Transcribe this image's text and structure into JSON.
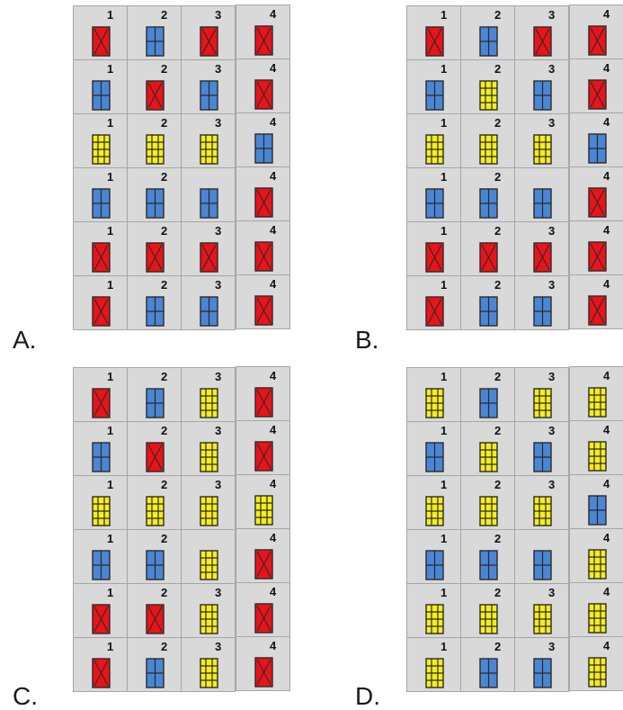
{
  "colors": {
    "red": "#e8141a",
    "blue": "#4a86d4",
    "yellow": "#f5ed1c",
    "outline": "#2a2a2a",
    "cell": "#d9d9d9"
  },
  "panels": [
    {
      "label": "A.",
      "grid": [
        [
          {
            "n": "1",
            "c": "red"
          },
          {
            "n": "2",
            "c": "blue"
          },
          {
            "n": "3",
            "c": "red"
          },
          {
            "n": "4",
            "c": "red"
          }
        ],
        [
          {
            "n": "1",
            "c": "blue"
          },
          {
            "n": "2",
            "c": "red"
          },
          {
            "n": "3",
            "c": "blue"
          },
          {
            "n": "4",
            "c": "red"
          }
        ],
        [
          {
            "n": "1",
            "c": "yellow"
          },
          {
            "n": "2",
            "c": "yellow"
          },
          {
            "n": "3",
            "c": "yellow"
          },
          {
            "n": "4",
            "c": "blue"
          }
        ],
        [
          {
            "n": "1",
            "c": "blue"
          },
          {
            "n": "2",
            "c": "blue"
          },
          {
            "n": "",
            "c": "blue"
          },
          {
            "n": "4",
            "c": "red"
          }
        ],
        [
          {
            "n": "1",
            "c": "red"
          },
          {
            "n": "2",
            "c": "red"
          },
          {
            "n": "3",
            "c": "red"
          },
          {
            "n": "4",
            "c": "red"
          }
        ],
        [
          {
            "n": "1",
            "c": "red"
          },
          {
            "n": "2",
            "c": "blue"
          },
          {
            "n": "3",
            "c": "blue"
          },
          {
            "n": "4",
            "c": "red"
          }
        ]
      ]
    },
    {
      "label": "B.",
      "grid": [
        [
          {
            "n": "1",
            "c": "red"
          },
          {
            "n": "2",
            "c": "blue"
          },
          {
            "n": "3",
            "c": "red"
          },
          {
            "n": "4",
            "c": "red"
          }
        ],
        [
          {
            "n": "1",
            "c": "blue"
          },
          {
            "n": "2",
            "c": "yellow"
          },
          {
            "n": "3",
            "c": "blue"
          },
          {
            "n": "4",
            "c": "red"
          }
        ],
        [
          {
            "n": "1",
            "c": "yellow"
          },
          {
            "n": "2",
            "c": "yellow"
          },
          {
            "n": "3",
            "c": "yellow"
          },
          {
            "n": "4",
            "c": "blue"
          }
        ],
        [
          {
            "n": "1",
            "c": "blue"
          },
          {
            "n": "2",
            "c": "blue"
          },
          {
            "n": "",
            "c": "blue"
          },
          {
            "n": "4",
            "c": "red"
          }
        ],
        [
          {
            "n": "1",
            "c": "red"
          },
          {
            "n": "2",
            "c": "red"
          },
          {
            "n": "3",
            "c": "red"
          },
          {
            "n": "4",
            "c": "red"
          }
        ],
        [
          {
            "n": "1",
            "c": "red"
          },
          {
            "n": "2",
            "c": "blue"
          },
          {
            "n": "3",
            "c": "blue"
          },
          {
            "n": "4",
            "c": "red"
          }
        ]
      ]
    },
    {
      "label": "C.",
      "grid": [
        [
          {
            "n": "1",
            "c": "red"
          },
          {
            "n": "2",
            "c": "blue"
          },
          {
            "n": "3",
            "c": "yellow"
          },
          {
            "n": "4",
            "c": "red"
          }
        ],
        [
          {
            "n": "1",
            "c": "blue"
          },
          {
            "n": "2",
            "c": "red"
          },
          {
            "n": "3",
            "c": "yellow"
          },
          {
            "n": "4",
            "c": "red"
          }
        ],
        [
          {
            "n": "1",
            "c": "yellow"
          },
          {
            "n": "2",
            "c": "yellow"
          },
          {
            "n": "3",
            "c": "yellow"
          },
          {
            "n": "4",
            "c": "yellow"
          }
        ],
        [
          {
            "n": "1",
            "c": "blue"
          },
          {
            "n": "2",
            "c": "blue"
          },
          {
            "n": "",
            "c": "yellow"
          },
          {
            "n": "4",
            "c": "red"
          }
        ],
        [
          {
            "n": "1",
            "c": "red"
          },
          {
            "n": "2",
            "c": "red"
          },
          {
            "n": "3",
            "c": "yellow"
          },
          {
            "n": "4",
            "c": "red"
          }
        ],
        [
          {
            "n": "1",
            "c": "red"
          },
          {
            "n": "2",
            "c": "blue"
          },
          {
            "n": "3",
            "c": "yellow"
          },
          {
            "n": "4",
            "c": "red"
          }
        ]
      ]
    },
    {
      "label": "D.",
      "grid": [
        [
          {
            "n": "1",
            "c": "yellow"
          },
          {
            "n": "2",
            "c": "blue"
          },
          {
            "n": "3",
            "c": "yellow"
          },
          {
            "n": "4",
            "c": "yellow"
          }
        ],
        [
          {
            "n": "1",
            "c": "blue"
          },
          {
            "n": "2",
            "c": "yellow"
          },
          {
            "n": "3",
            "c": "blue"
          },
          {
            "n": "4",
            "c": "yellow"
          }
        ],
        [
          {
            "n": "1",
            "c": "yellow"
          },
          {
            "n": "2",
            "c": "yellow"
          },
          {
            "n": "3",
            "c": "yellow"
          },
          {
            "n": "4",
            "c": "blue"
          }
        ],
        [
          {
            "n": "1",
            "c": "blue"
          },
          {
            "n": "2",
            "c": "blue"
          },
          {
            "n": "",
            "c": "blue"
          },
          {
            "n": "4",
            "c": "yellow"
          }
        ],
        [
          {
            "n": "1",
            "c": "yellow"
          },
          {
            "n": "2",
            "c": "yellow"
          },
          {
            "n": "3",
            "c": "yellow"
          },
          {
            "n": "4",
            "c": "yellow"
          }
        ],
        [
          {
            "n": "1",
            "c": "yellow"
          },
          {
            "n": "2",
            "c": "blue"
          },
          {
            "n": "3",
            "c": "blue"
          },
          {
            "n": "4",
            "c": "yellow"
          }
        ]
      ]
    }
  ]
}
